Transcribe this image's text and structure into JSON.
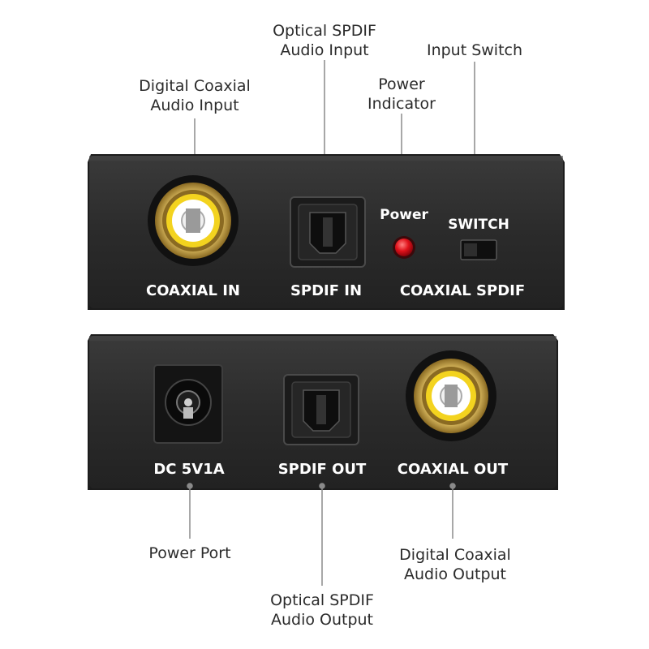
{
  "front_panel": {
    "coaxial_in_label": "COAXIAL IN",
    "spdif_in_label": "SPDIF IN",
    "power_label": "Power",
    "switch_label": "SWITCH",
    "coaxial_spdif_label": "COAXIAL SPDIF"
  },
  "back_panel": {
    "dc_label": "DC 5V1A",
    "spdif_out_label": "SPDIF OUT",
    "coaxial_out_label": "COAXIAL OUT"
  },
  "callouts": {
    "digital_coaxial_input": [
      "Digital Coaxial",
      "Audio Input"
    ],
    "optical_spdif_input": [
      "Optical SPDIF",
      "Audio Input"
    ],
    "power_indicator": [
      "Power",
      "Indicator"
    ],
    "input_switch": [
      "Input Switch"
    ],
    "power_port": [
      "Power Port"
    ],
    "optical_spdif_output": [
      "Optical SPDIF",
      "Audio Output"
    ],
    "digital_coaxial_output": [
      "Digital Coaxial",
      "Audio Output"
    ]
  },
  "colors": {
    "panel": "#2a2a2a",
    "panel_edge": "#1a1a1a",
    "rca_yellow": "#f0c419",
    "rca_gold": "#c9a24a",
    "led_red": "#e0121b",
    "leader_line": "#8a8a8a",
    "text": "#2b2b2b"
  }
}
